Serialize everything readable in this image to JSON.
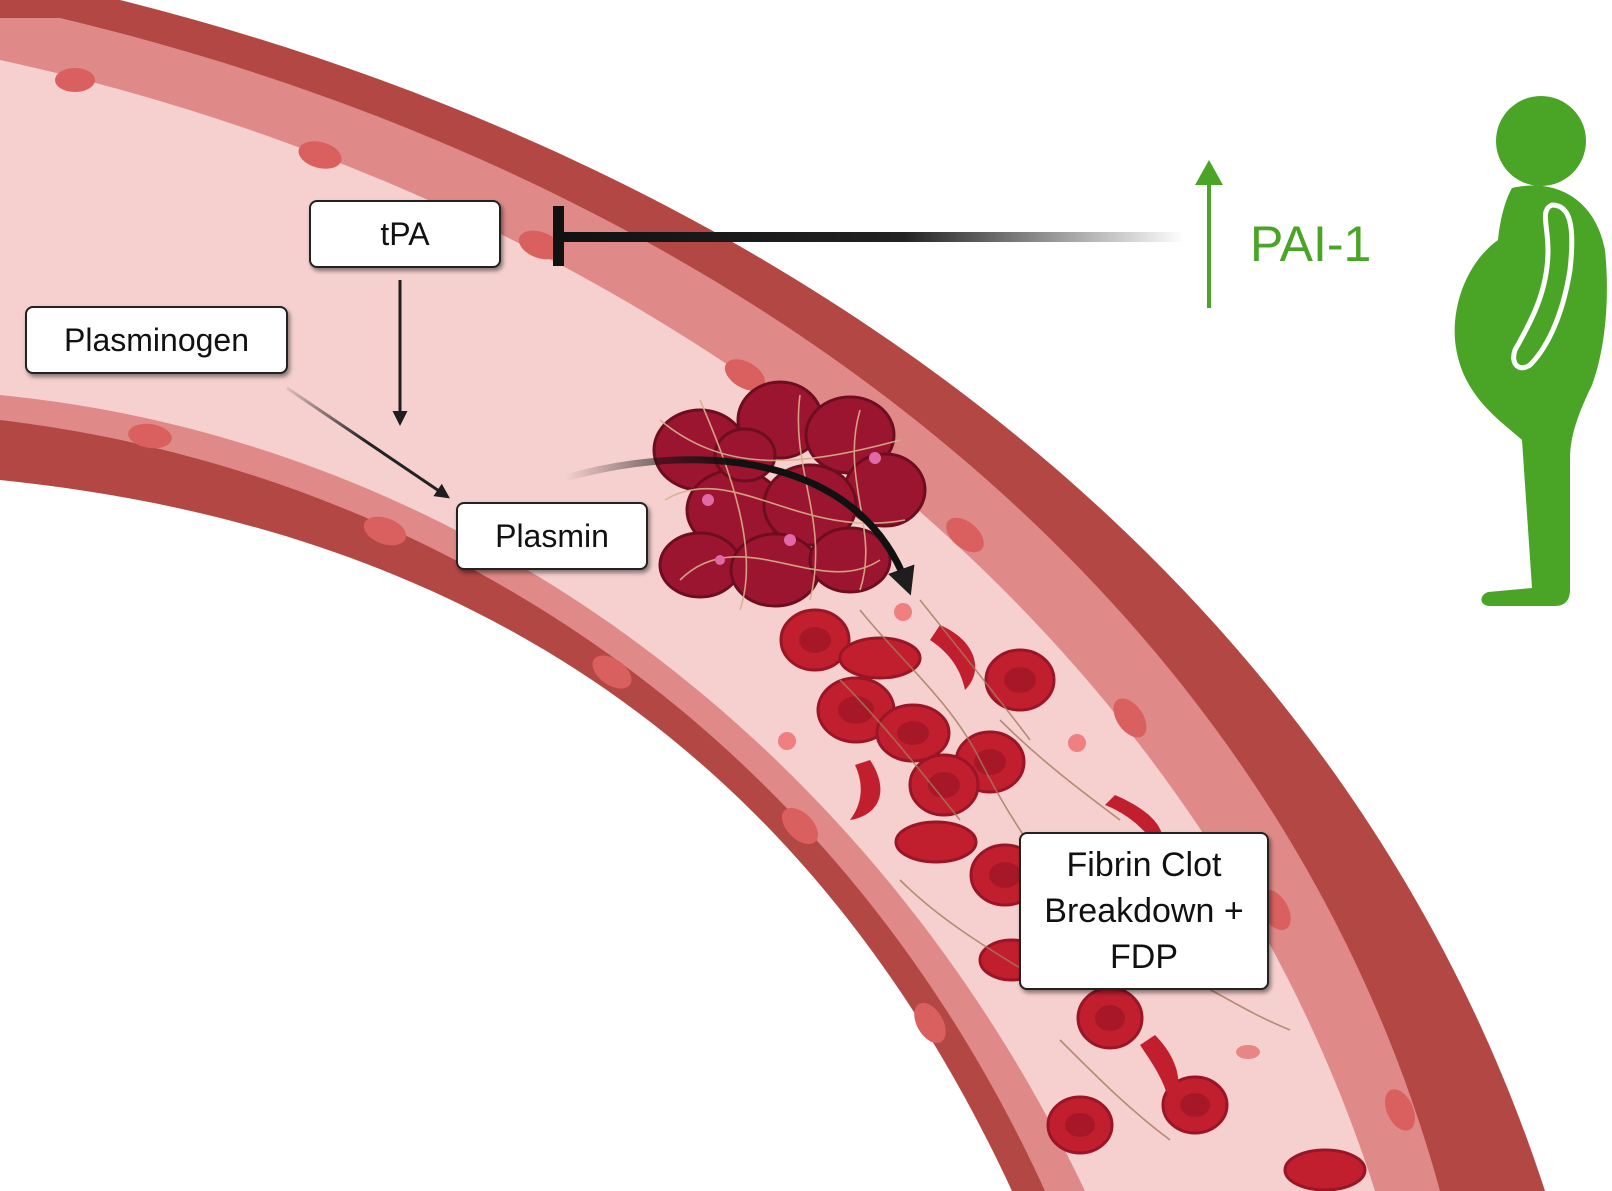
{
  "labels": {
    "tpa": "tPA",
    "plasminogen": "Plasminogen",
    "plasmin": "Plasmin",
    "fibrin_clot": "Fibrin Clot Breakdown + FDP",
    "pai": "PAI-1"
  },
  "colors": {
    "vessel_wall": "#b34744",
    "endothelium": "#df8a88",
    "lumen": "#f5d0ce",
    "red_cell": "#c21f2e",
    "clot": "#9c1530",
    "person": "#4aa526",
    "arrow": "#1e1e1e"
  },
  "icons": {
    "person": "obese-person-icon",
    "increase": "up-arrow-icon",
    "inhibition": "inhibition-bar-icon"
  }
}
